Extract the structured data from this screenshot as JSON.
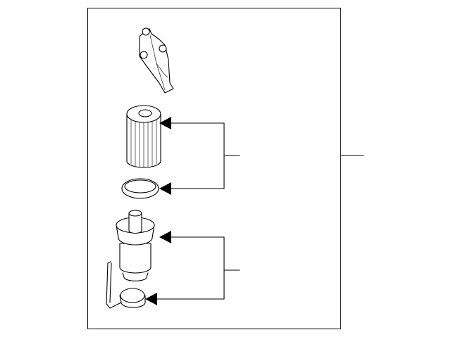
{
  "diagram": {
    "parts": [
      {
        "id": "bracket",
        "icon": "bracket-icon"
      },
      {
        "id": "filter-element",
        "icon": "cylinder-filter-icon"
      },
      {
        "id": "o-ring",
        "icon": "ring-gasket-icon"
      },
      {
        "id": "filter-housing",
        "icon": "housing-icon"
      },
      {
        "id": "drain-plug",
        "icon": "cap-plug-icon"
      }
    ],
    "callouts": [
      {
        "group": "upper",
        "targets": [
          "filter-element",
          "o-ring"
        ]
      },
      {
        "group": "lower",
        "targets": [
          "filter-housing",
          "drain-plug"
        ]
      },
      {
        "group": "assembly",
        "targets": [
          "frame"
        ]
      }
    ]
  }
}
